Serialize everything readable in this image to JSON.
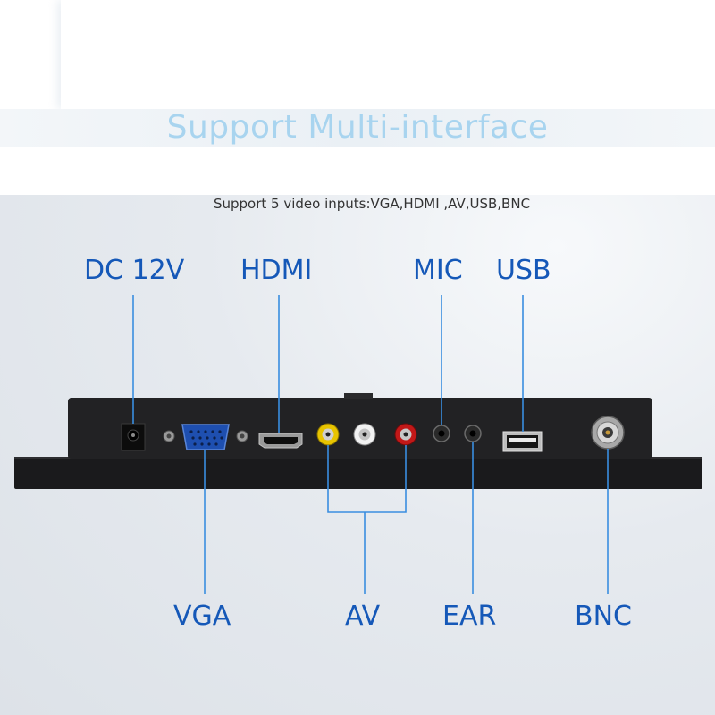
{
  "header": {
    "title": "Support Multi-interface",
    "subtitle": "Support 5 video inputs:VGA,HDMI ,AV,USB,BNC"
  },
  "ports": {
    "dc": "DC 12V",
    "hdmi": "HDMI",
    "mic": "MIC",
    "usb": "USB",
    "vga": "VGA",
    "av": "AV",
    "ear": "EAR",
    "bnc": "BNC"
  },
  "colors": {
    "label": "#1558b8",
    "leader_line": "#3a8ee0",
    "title": "#a8d4ef",
    "device_body": "#1c1c1e"
  }
}
